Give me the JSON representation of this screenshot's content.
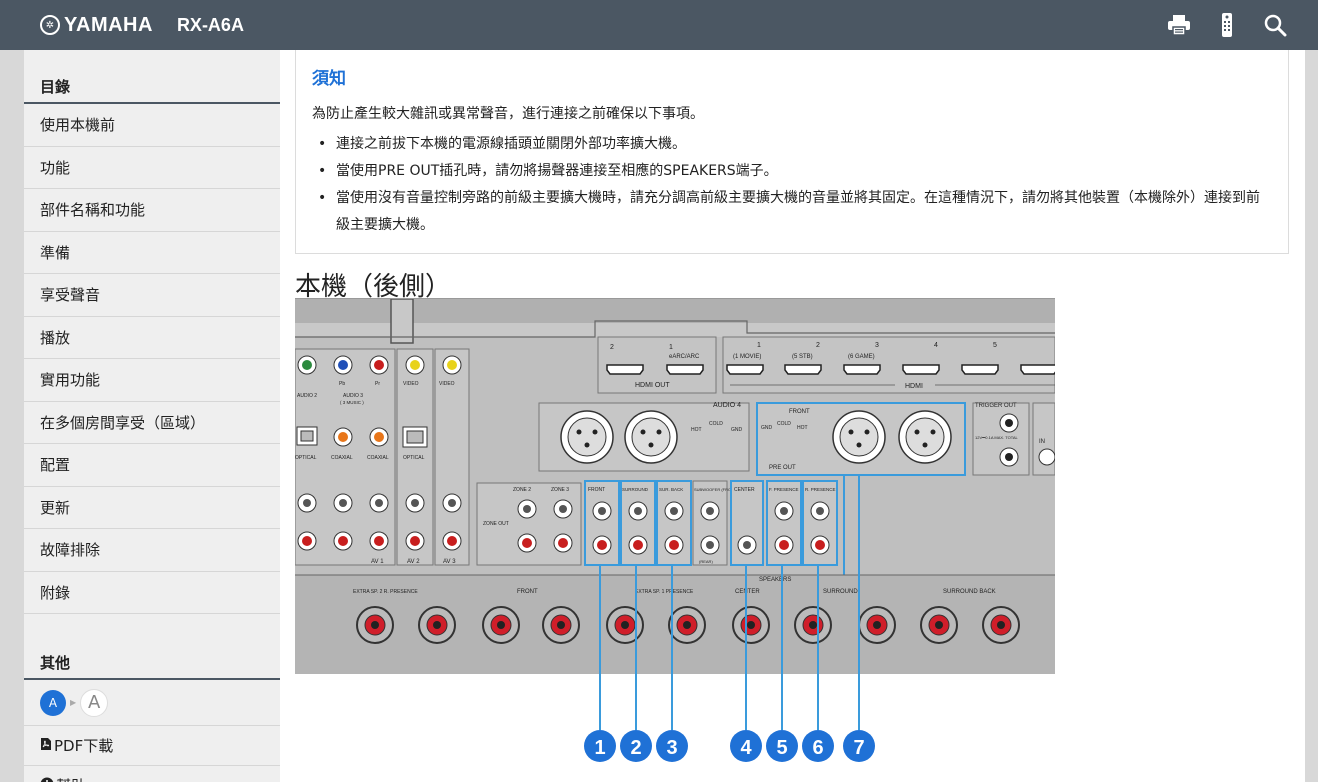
{
  "header": {
    "brand": "YAMAHA",
    "model": "RX-A6A",
    "icons": [
      "print-icon",
      "remote-icon",
      "search-icon"
    ]
  },
  "sidebar": {
    "toc_heading": "目錄",
    "items": [
      {
        "label": "使用本機前"
      },
      {
        "label": "功能"
      },
      {
        "label": "部件名稱和功能"
      },
      {
        "label": "準備"
      },
      {
        "label": "享受聲音"
      },
      {
        "label": "播放"
      },
      {
        "label": "實用功能"
      },
      {
        "label": "在多個房間享受（區域）"
      },
      {
        "label": "配置"
      },
      {
        "label": "更新"
      },
      {
        "label": "故障排除"
      },
      {
        "label": "附錄"
      }
    ],
    "other_heading": "其他",
    "font_small": "A",
    "font_large": "A",
    "pdf_label": "PDF下載",
    "help_label": "幫助"
  },
  "notice": {
    "title": "須知",
    "intro": "為防止產生較大雜訊或異常聲音，進行連接之前確保以下事項。",
    "bullets": [
      "連接之前拔下本機的電源線插頭並關閉外部功率擴大機。",
      "當使用PRE OUT插孔時，請勿將揚聲器連接至相應的SPEAKERS端子。",
      "當使用沒有音量控制旁路的前級主要擴大機時，請充分調高前級主要擴大機的音量並將其固定。在這種情況下，請勿將其他裝置（本機除外）連接到前級主要擴大機。"
    ]
  },
  "section": {
    "title": "本機（後側）"
  },
  "diagram": {
    "hdmi_out_label": "HDMI OUT",
    "hdmi_label": "HDMI",
    "hdmi_out_nums": [
      "2",
      "1"
    ],
    "earc_label": "eARC/ARC",
    "hdmi_in": [
      {
        "num": "1",
        "sub": "(1 MOVIE)"
      },
      {
        "num": "2",
        "sub": "(5 STB)"
      },
      {
        "num": "3",
        "sub": "(6 GAME)"
      },
      {
        "num": "4",
        "sub": ""
      },
      {
        "num": "5",
        "sub": ""
      }
    ],
    "audio4_label": "AUDIO 4",
    "hot_label": "HOT",
    "cold_label": "COLD",
    "gnd_label": "GND",
    "front_label": "FRONT",
    "pre_out_label": "PRE OUT",
    "trigger_out_label": "TRIGGER OUT",
    "trigger_spec": "12V⎓0.1A MAX. TOTAL",
    "in_label": "IN",
    "pb_label": "Pb",
    "pr_label": "Pr",
    "video_label": "VIDEO",
    "audio2_label": "AUDIO 2",
    "audio3_label": "AUDIO 3",
    "audio3_sub": "( 3 MUSIC )",
    "optical_label": "OPTICAL",
    "coaxial_label": "COAXIAL",
    "av1_label": "AV 1",
    "av2_label": "AV 2",
    "av3_label": "AV 3",
    "zone2_label": "ZONE 2",
    "zone3_label": "ZONE 3",
    "zone_out_label": "ZONE OUT",
    "pre_jacks": [
      "FRONT",
      "SURROUND",
      "SUR. BACK",
      "SUBWOOFER (FRONT)",
      "CENTER",
      "F. PRESENCE",
      "R. PRESENCE"
    ],
    "rear_label": "(REAR)",
    "speakers_label": "SPEAKERS",
    "spk_groups": [
      "EXTRA SP. 2 R. PRESENCE",
      "FRONT",
      "EXTRA SP. 1 PRESENCE",
      "CENTER",
      "SURROUND",
      "SURROUND BACK"
    ],
    "callouts": [
      "1",
      "2",
      "3",
      "4",
      "5",
      "6",
      "7"
    ]
  }
}
